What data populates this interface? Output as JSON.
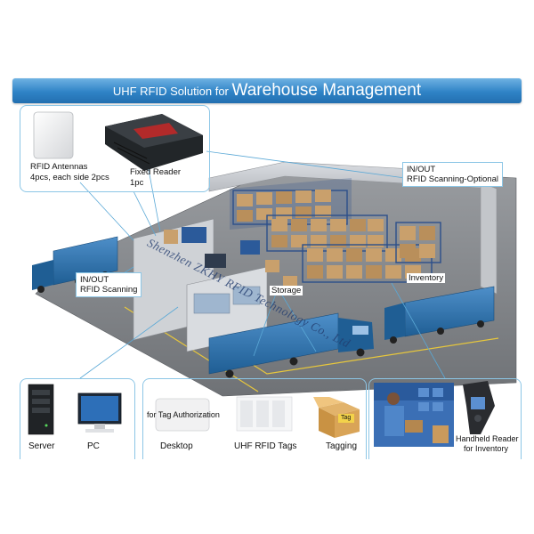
{
  "banner": {
    "prefix": "UHF RFID Solution for ",
    "emphasis": "Warehouse Management"
  },
  "hardware_callout": {
    "antenna_line1": "RFID Antennas",
    "antenna_line2": "4pcs, each side 2pcs",
    "reader_line1": "Fixed Reader",
    "reader_line2": "1pc"
  },
  "labels": {
    "inout_optional_line1": "IN/OUT",
    "inout_optional_line2": "RFID Scanning-Optional",
    "inout_line1": "IN/OUT",
    "inout_line2": "RFID Scanning",
    "storage": "Storage",
    "inventory": "Inventory"
  },
  "watermark": "Shenzhen ZKHY RFID Technology Co., Ltd",
  "bottom_left": {
    "server": "Server",
    "pc": "PC"
  },
  "bottom_middle": {
    "tag_authorization": "for Tag Authorization",
    "desktop": "Desktop",
    "tags": "UHF RFID Tags",
    "tagging": "Tagging",
    "box_text": "Tag"
  },
  "bottom_right": {
    "line1": "Handheld Reader",
    "line2": "for Inventory"
  },
  "colors": {
    "banner": "#2f83c6",
    "callout_border": "#8cc6e6",
    "truck_blue": "#2b6ea6",
    "wall": "#c9ccd1",
    "floor": "#8a8d91",
    "rack": "#2c4f8a",
    "box": "#c9a06c"
  }
}
